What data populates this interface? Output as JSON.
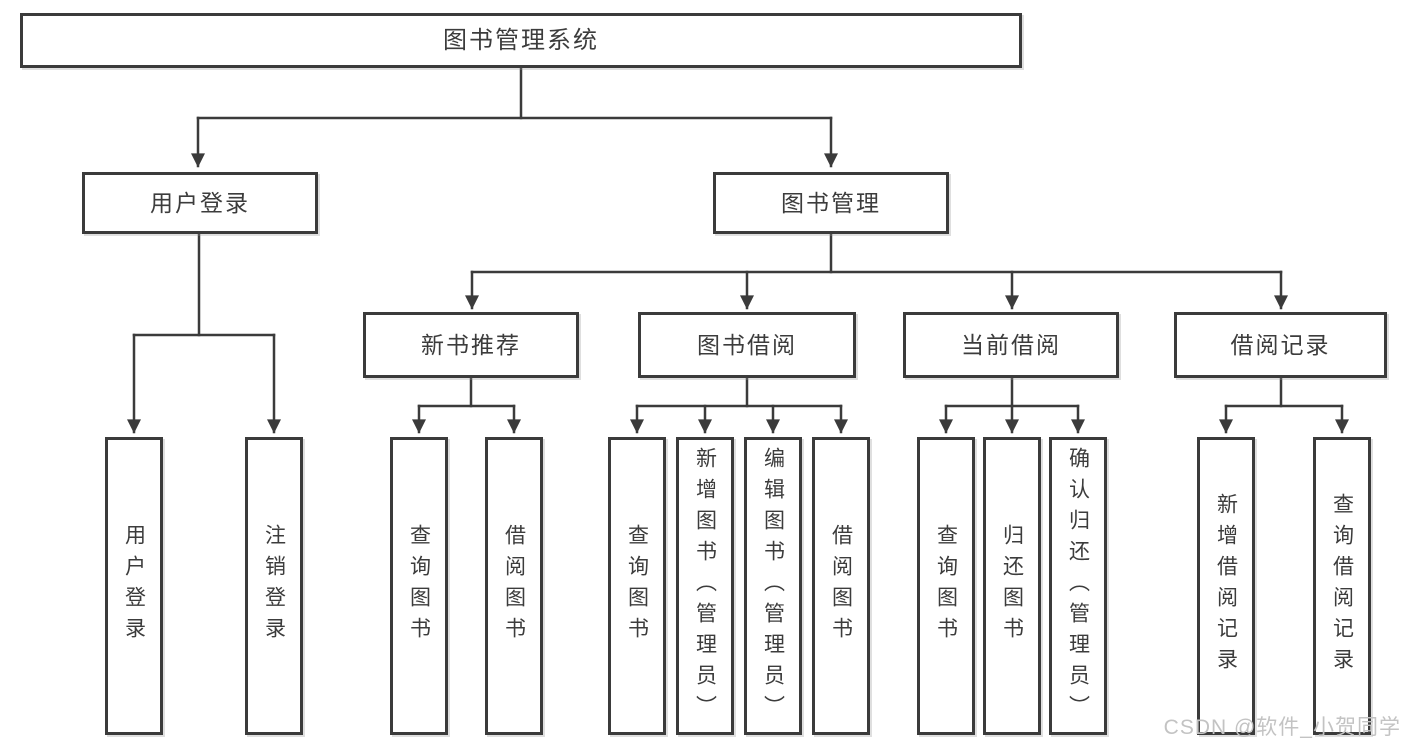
{
  "diagram": {
    "root": {
      "label": "图书管理系统"
    },
    "branches": [
      {
        "label": "用户登录",
        "children": [
          {
            "label": "用户登录"
          },
          {
            "label": "注销登录"
          }
        ]
      },
      {
        "label": "图书管理",
        "children": [
          {
            "label": "新书推荐",
            "children": [
              {
                "label": "查询图书"
              },
              {
                "label": "借阅图书"
              }
            ]
          },
          {
            "label": "图书借阅",
            "children": [
              {
                "label": "查询图书"
              },
              {
                "label": "新增图书（管理员）"
              },
              {
                "label": "编辑图书（管理员）"
              },
              {
                "label": "借阅图书"
              }
            ]
          },
          {
            "label": "当前借阅",
            "children": [
              {
                "label": "查询图书"
              },
              {
                "label": "归还图书"
              },
              {
                "label": "确认归还（管理员）"
              }
            ]
          },
          {
            "label": "借阅记录",
            "children": [
              {
                "label": "新增借阅记录"
              },
              {
                "label": "查询借阅记录"
              }
            ]
          }
        ]
      }
    ],
    "colors": {
      "line": "#3b3b3b",
      "box_border": "#3b3b3b",
      "text": "#3c3c3c",
      "watermark": "#c3c3c3"
    },
    "watermark": {
      "text": "CSDN @软件_小贺同学"
    }
  }
}
